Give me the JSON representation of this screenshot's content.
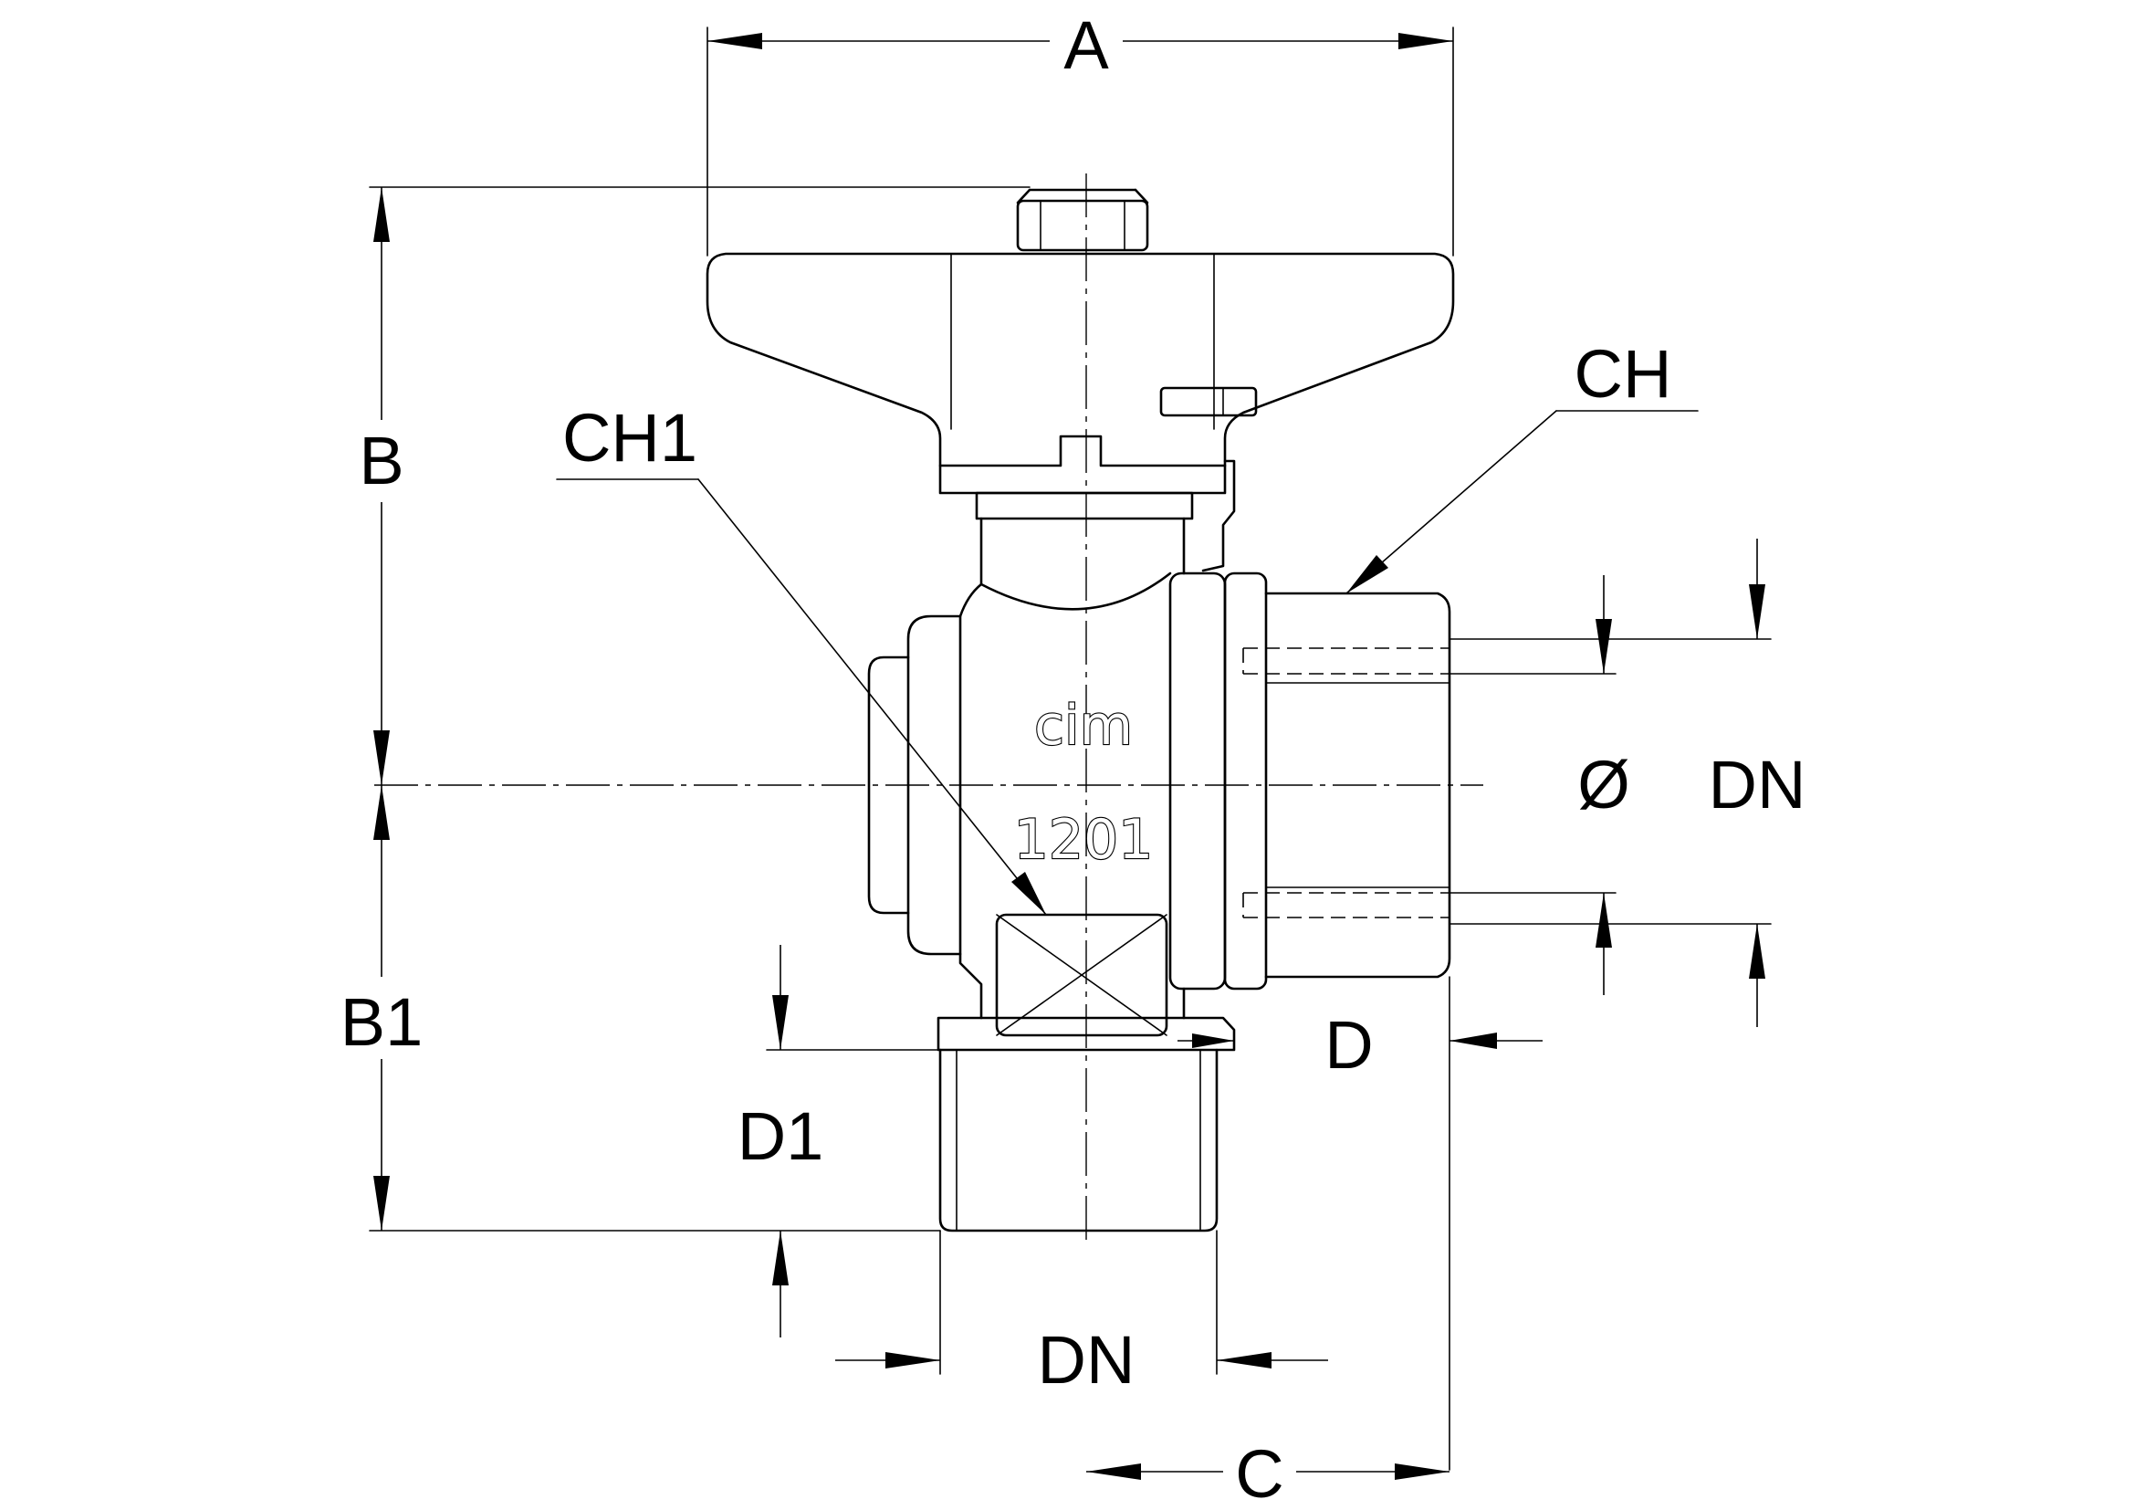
{
  "labels": {
    "A": "A",
    "B": "B",
    "B1": "B1",
    "CH": "CH",
    "CH1": "CH1",
    "dia": "Ø",
    "DN_right": "DN",
    "D": "D",
    "D1": "D1",
    "DN_bottom": "DN",
    "C": "C"
  },
  "body_marking": {
    "brand": "cim",
    "model": "1201"
  }
}
